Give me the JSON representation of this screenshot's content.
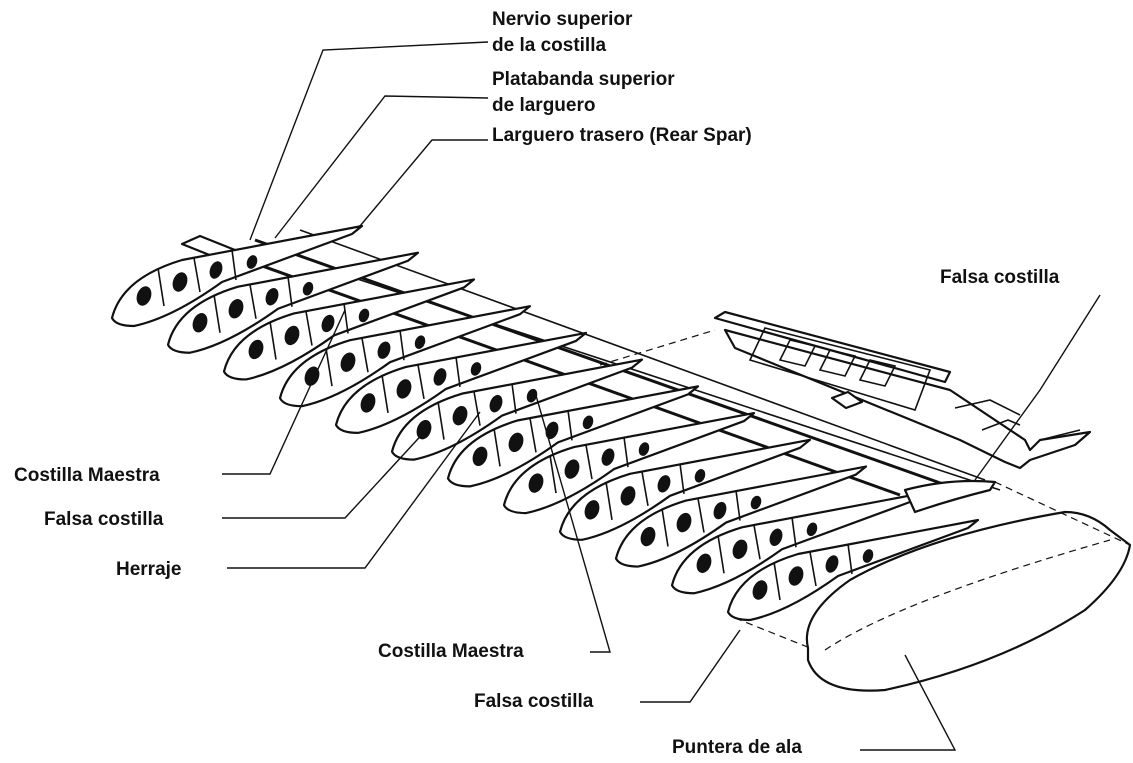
{
  "labels": {
    "nervio_line1": "Nervio superior",
    "nervio_line2": "de la costilla",
    "platabanda_line1": "Platabanda superior",
    "platabanda_line2": "de larguero",
    "larguero_trasero": "Larguero trasero (Rear Spar)",
    "falsa_costilla_right": "Falsa costilla",
    "costilla_maestra_left": "Costilla Maestra",
    "falsa_costilla_left": "Falsa costilla",
    "herraje": "Herraje",
    "costilla_maestra_bottom": "Costilla Maestra",
    "falsa_costilla_bottom": "Falsa costilla",
    "puntera_de_ala": "Puntera de ala"
  }
}
